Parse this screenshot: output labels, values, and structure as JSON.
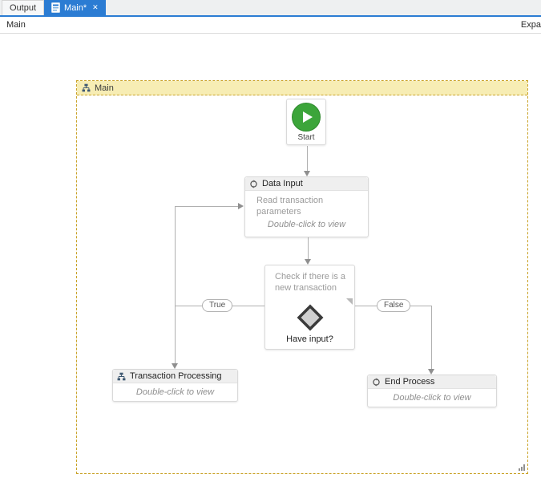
{
  "tabs": {
    "output": "Output",
    "main": "Main*"
  },
  "breadcrumb": {
    "root": "Main",
    "expand": "Expa"
  },
  "container": {
    "title": "Main"
  },
  "nodes": {
    "start": {
      "label": "Start"
    },
    "data_input": {
      "title": "Data Input",
      "annotation": "Read transaction parameters",
      "hint": "Double-click to view"
    },
    "decision": {
      "annotation": "Check if there is a new transaction",
      "label": "Have input?"
    },
    "transaction_processing": {
      "title": "Transaction Processing",
      "hint": "Double-click to view"
    },
    "end_process": {
      "title": "End Process",
      "hint": "Double-click to view"
    }
  },
  "branches": {
    "true_label": "True",
    "false_label": "False"
  },
  "icons": {
    "tab_document": "document-icon",
    "close": "close-icon",
    "flowchart": "flowchart-hierarchy-icon",
    "sequence": "sequence-icon",
    "play": "play-icon",
    "resize": "resize-grip-icon"
  },
  "colors": {
    "active_tab": "#2b7cd3",
    "container_header_bg": "#f7edb4",
    "container_border": "#c9a227",
    "node_header_bg": "#efefef",
    "node_border": "#d9d9d9",
    "start_green": "#3ca53a",
    "connector": "#b0b0b0",
    "arrow": "#8f8f8f",
    "diamond_fill": "#d0d0d0",
    "diamond_stroke": "#3a3a3a",
    "annotation_text": "#9b9b9b",
    "hint_text": "#8f8f8f",
    "icon_blue": "#3e5871"
  }
}
